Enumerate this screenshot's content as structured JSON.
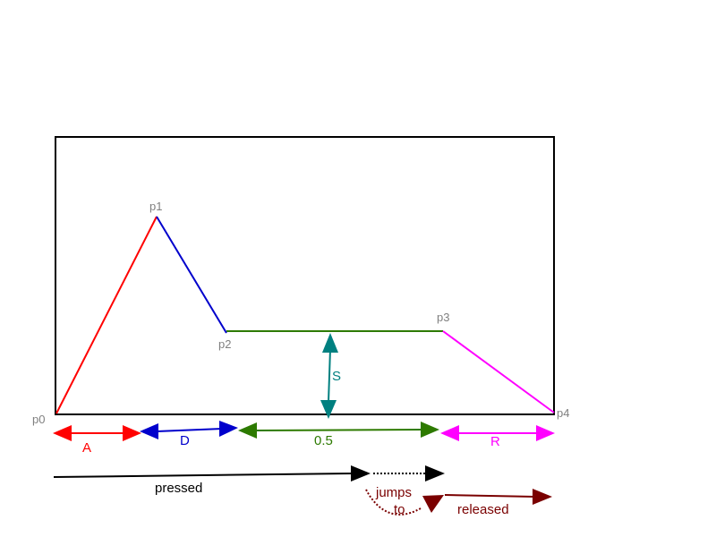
{
  "points": {
    "p0": "p0",
    "p1": "p1",
    "p2": "p2",
    "p3": "p3",
    "p4": "p4"
  },
  "segments": {
    "attack": "A",
    "decay": "D",
    "sustain_duration": "0.5",
    "sustain_level": "S",
    "release": "R"
  },
  "timeline": {
    "pressed": "pressed",
    "jumps_to_line1": "jumps",
    "jumps_to_line2": "to",
    "released": "released"
  },
  "colors": {
    "attack": "#ff0000",
    "decay": "#0000cc",
    "sustain": "#2d7a00",
    "sustain_level": "#008080",
    "release": "#ff00ff",
    "pressed": "#000000",
    "released": "#7a0000",
    "point_label": "#808080"
  }
}
